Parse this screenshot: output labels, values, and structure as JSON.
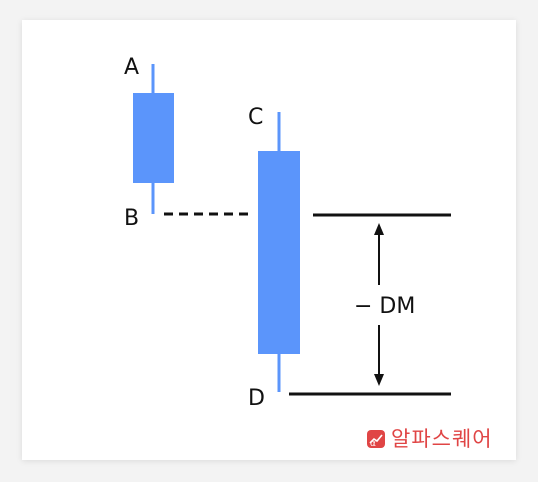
{
  "labels": {
    "a": "A",
    "b": "B",
    "c": "C",
    "d": "D",
    "dm": "− DM"
  },
  "watermark": {
    "text": "알파스퀘어",
    "icon": "alpha-logo-icon"
  },
  "colors": {
    "candle": "#5b95fb",
    "line": "#111111",
    "watermark": "#e04545",
    "background": "#ffffff"
  }
}
